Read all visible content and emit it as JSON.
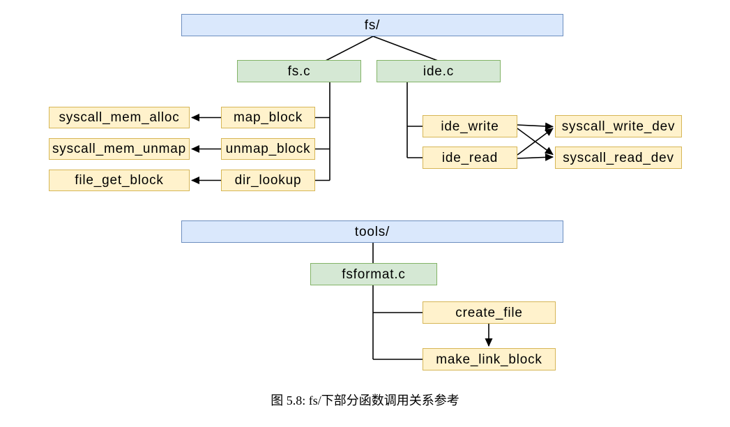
{
  "figure": {
    "caption": "图 5.8: fs/下部分函数调用关系参考"
  },
  "diagram": {
    "type": "call-graph",
    "nodes": {
      "fs_dir": {
        "label": "fs/",
        "kind": "directory"
      },
      "fs_c": {
        "label": "fs.c",
        "kind": "file"
      },
      "ide_c": {
        "label": "ide.c",
        "kind": "file"
      },
      "syscall_mem_alloc": {
        "label": "syscall_mem_alloc",
        "kind": "function"
      },
      "syscall_mem_unmap": {
        "label": "syscall_mem_unmap",
        "kind": "function"
      },
      "file_get_block": {
        "label": "file_get_block",
        "kind": "function"
      },
      "map_block": {
        "label": "map_block",
        "kind": "function"
      },
      "unmap_block": {
        "label": "unmap_block",
        "kind": "function"
      },
      "dir_lookup": {
        "label": "dir_lookup",
        "kind": "function"
      },
      "ide_write": {
        "label": "ide_write",
        "kind": "function"
      },
      "ide_read": {
        "label": "ide_read",
        "kind": "function"
      },
      "syscall_write_dev": {
        "label": "syscall_write_dev",
        "kind": "function"
      },
      "syscall_read_dev": {
        "label": "syscall_read_dev",
        "kind": "function"
      },
      "tools_dir": {
        "label": "tools/",
        "kind": "directory"
      },
      "fsformat_c": {
        "label": "fsformat.c",
        "kind": "file"
      },
      "create_file": {
        "label": "create_file",
        "kind": "function"
      },
      "make_link_block": {
        "label": "make_link_block",
        "kind": "function"
      }
    },
    "edges": [
      {
        "from": "fs_dir",
        "to": "fs_c",
        "arrow": false
      },
      {
        "from": "fs_dir",
        "to": "ide_c",
        "arrow": false
      },
      {
        "from": "fs_c",
        "to": "map_block",
        "arrow": false
      },
      {
        "from": "fs_c",
        "to": "unmap_block",
        "arrow": false
      },
      {
        "from": "fs_c",
        "to": "dir_lookup",
        "arrow": false
      },
      {
        "from": "map_block",
        "to": "syscall_mem_alloc",
        "arrow": true
      },
      {
        "from": "unmap_block",
        "to": "syscall_mem_unmap",
        "arrow": true
      },
      {
        "from": "dir_lookup",
        "to": "file_get_block",
        "arrow": true
      },
      {
        "from": "ide_c",
        "to": "ide_write",
        "arrow": false
      },
      {
        "from": "ide_c",
        "to": "ide_read",
        "arrow": false
      },
      {
        "from": "ide_write",
        "to": "syscall_write_dev",
        "arrow": true
      },
      {
        "from": "ide_write",
        "to": "syscall_read_dev",
        "arrow": true
      },
      {
        "from": "ide_read",
        "to": "syscall_write_dev",
        "arrow": true
      },
      {
        "from": "ide_read",
        "to": "syscall_read_dev",
        "arrow": true
      },
      {
        "from": "tools_dir",
        "to": "fsformat_c",
        "arrow": false
      },
      {
        "from": "fsformat_c",
        "to": "create_file",
        "arrow": false
      },
      {
        "from": "fsformat_c",
        "to": "make_link_block",
        "arrow": false
      },
      {
        "from": "create_file",
        "to": "make_link_block",
        "arrow": true
      }
    ],
    "colors": {
      "directory_fill": "#dae8fc",
      "directory_stroke": "#6c8ebf",
      "file_fill": "#d5e8d4",
      "file_stroke": "#82b366",
      "function_fill": "#fff2cc",
      "function_stroke": "#d6b656",
      "connector": "#000000",
      "background": "#ffffff"
    }
  }
}
